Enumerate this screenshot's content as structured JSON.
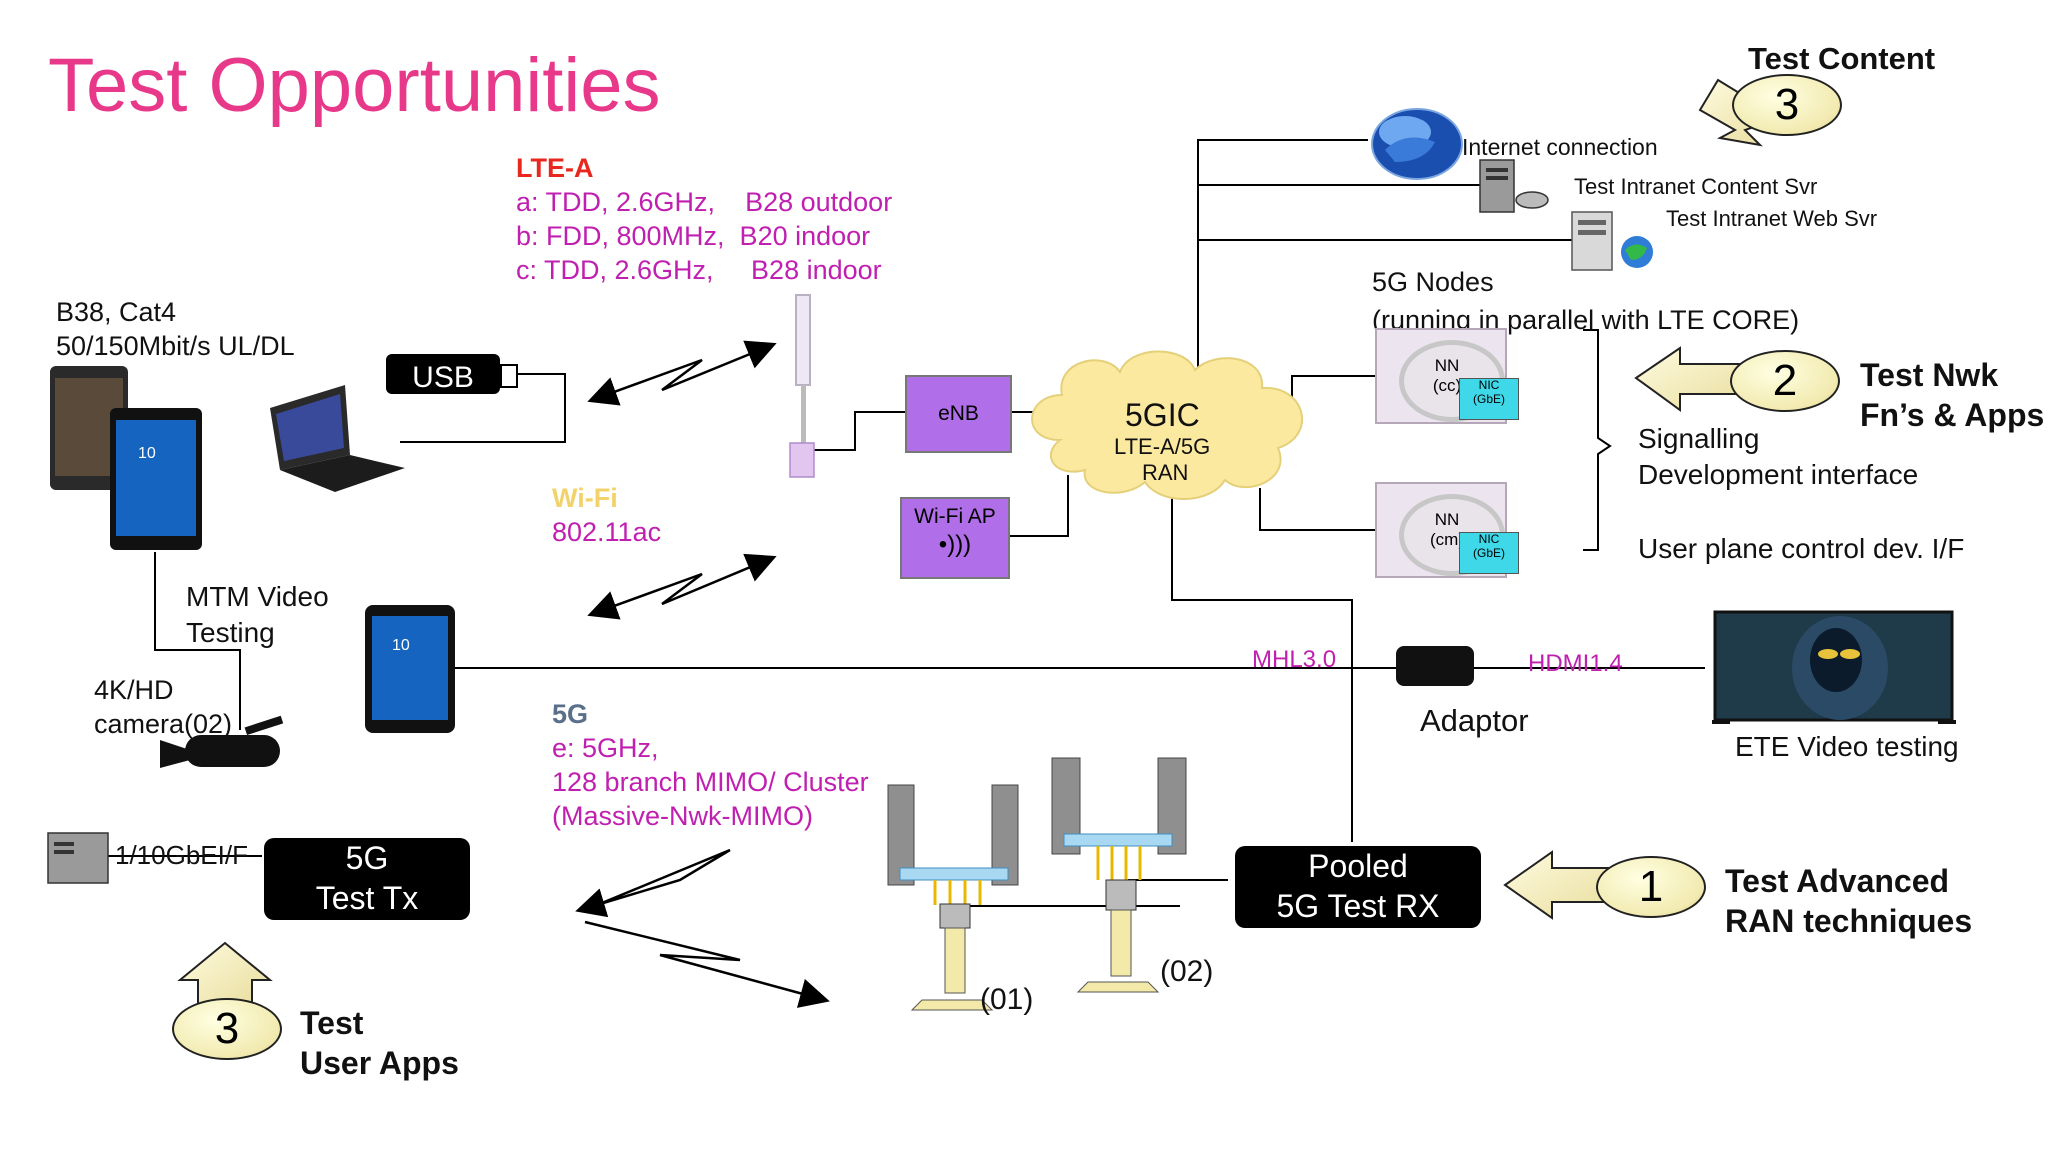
{
  "title": "Test Opportunities",
  "lte": {
    "heading": "LTE-A",
    "line_a": "a: TDD, 2.6GHz,    B28 outdoor",
    "line_b": "b: FDD, 800MHz,  B20 indoor",
    "line_c": "c: TDD, 2.6GHz,     B28 indoor"
  },
  "wifi": {
    "heading": "Wi-Fi",
    "standard": "802.11ac"
  },
  "fiveg": {
    "heading": "5G",
    "line_e": "e: 5GHz,",
    "line_mimo": "128 branch MIMO/ Cluster",
    "line_massive": "(Massive-Nwk-MIMO)"
  },
  "devices": {
    "phone_spec_1": "B38, Cat4",
    "phone_spec_2": "50/150Mbit/s UL/DL",
    "usb": "USB",
    "mtm_1": "MTM Video",
    "mtm_2": "Testing",
    "camera_1": "4K/HD",
    "camera_2": "camera(02)",
    "tablet_screen": "10",
    "phone_screen": "10"
  },
  "core": {
    "enb": "eNB",
    "wifi_ap": "Wi-Fi AP",
    "gic_title": "5GIC",
    "gic_sub1": "LTE-A/5G",
    "gic_sub2": "RAN"
  },
  "servers": {
    "internet": "Internet connection",
    "content_svr": "Test Intranet Content Svr",
    "web_svr": "Test Intranet Web Svr"
  },
  "nodes": {
    "heading": "5G Nodes",
    "subheading": "(running in parallel with LTE CORE)",
    "node1_label": "NN\n(cc)",
    "node2_label": "NN\n(cm)",
    "nic_label": "NIC\n(GbE)",
    "signalling": "Signalling",
    "dev_interface": "Development interface",
    "user_plane": "User plane control dev. I/F"
  },
  "video": {
    "mhl": "MHL3.0",
    "hdmi": "HDMI1.4",
    "adaptor": "Adaptor",
    "ete": "ETE Video testing"
  },
  "test_tx": {
    "link": "1/10GbEI/F",
    "line1": "5G",
    "line2": "Test Tx"
  },
  "test_rx": {
    "line1": "Pooled",
    "line2": "5G Test RX"
  },
  "antennas": {
    "ant1": "(01)",
    "ant2": "(02)"
  },
  "callouts": {
    "content": {
      "number": "3",
      "label": "Test Content"
    },
    "nwk": {
      "number": "2",
      "label_1": "Test Nwk",
      "label_2": "Fn’s & Apps"
    },
    "ran": {
      "number": "1",
      "label_1": "Test Advanced",
      "label_2": "RAN techniques"
    },
    "apps": {
      "number": "3",
      "label_1": "Test",
      "label_2": "User Apps"
    }
  },
  "colors": {
    "title": "#e8388a",
    "magenta": "#c020b0",
    "lte_red": "#e8281e",
    "wifi_yellow": "#f2d36b",
    "fiveg_gray": "#5a6f8a",
    "purple_box": "#b06ee8",
    "cloud": "#fce9a0",
    "nic": "#3fd8e8"
  }
}
